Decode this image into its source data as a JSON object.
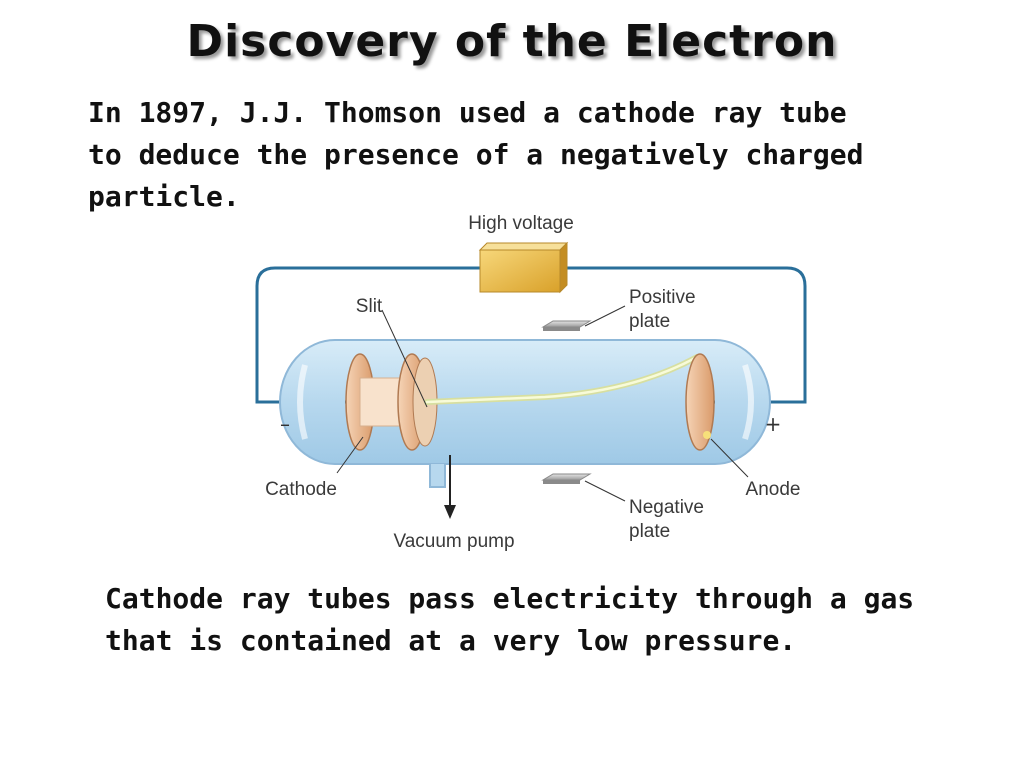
{
  "slide": {
    "title": "Discovery of the Electron",
    "intro_lines": [
      "In 1897, J.J. Thomson used a cathode ray tube",
      "to deduce the presence of a negatively charged",
      "particle."
    ],
    "outro_lines": [
      "Cathode ray tubes pass electricity through a gas",
      "that is contained at a very low pressure."
    ]
  },
  "diagram": {
    "labels": {
      "high_voltage": "High voltage",
      "slit": "Slit",
      "positive_plate_1": "Positive",
      "positive_plate_2": "plate",
      "negative_plate_1": "Negative",
      "negative_plate_2": "plate",
      "cathode": "Cathode",
      "anode": "Anode",
      "vacuum_pump": "Vacuum pump",
      "minus_sign": "–",
      "plus_sign": "+"
    },
    "colors": {
      "wire": "#2a6f9a",
      "tube": "#bcdcf0",
      "voltage_box": "#e8b83a",
      "beam": "#eef2b8",
      "electrode": "#e9b48c"
    }
  }
}
